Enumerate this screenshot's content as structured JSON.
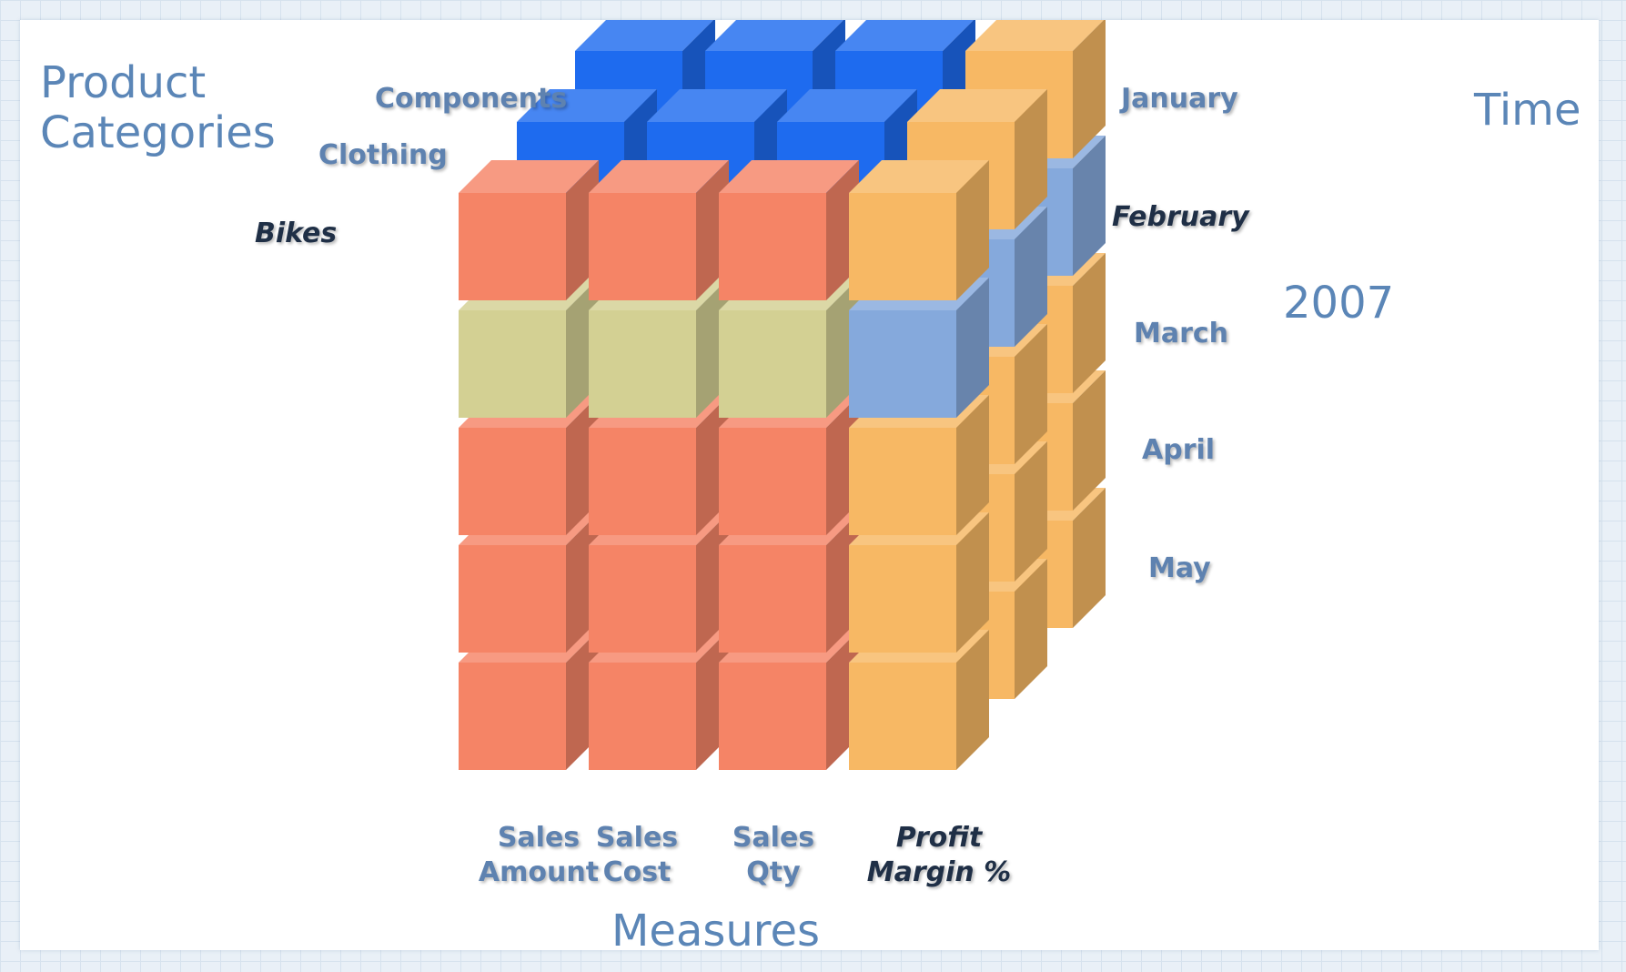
{
  "titles": {
    "product_axis": "Product\nCategories",
    "time_axis": "Time",
    "measures_axis": "Measures",
    "year": "2007"
  },
  "product_categories": [
    {
      "label": "Components",
      "selected": false
    },
    {
      "label": "Clothing",
      "selected": false
    },
    {
      "label": "Bikes",
      "selected": true
    }
  ],
  "months": [
    {
      "label": "January",
      "selected": false
    },
    {
      "label": "February",
      "selected": true
    },
    {
      "label": "March",
      "selected": false
    },
    {
      "label": "April",
      "selected": false
    },
    {
      "label": "May",
      "selected": false
    }
  ],
  "measures": [
    {
      "label": "Sales\nAmount",
      "selected": false
    },
    {
      "label": "Sales\nCost",
      "selected": false
    },
    {
      "label": "Sales\nQty",
      "selected": false
    },
    {
      "label": "Profit\nMargin %",
      "selected": true
    }
  ],
  "colors": {
    "front_cells": "#f58466",
    "highlight_column": "#f7b864",
    "highlight_row": "#d3d093",
    "intersection_cell": "#85a9dc",
    "back_layers": "#1e6bef",
    "label": "#5e82b0",
    "label_selected": "#1f2f46",
    "title": "#5b86b7"
  }
}
